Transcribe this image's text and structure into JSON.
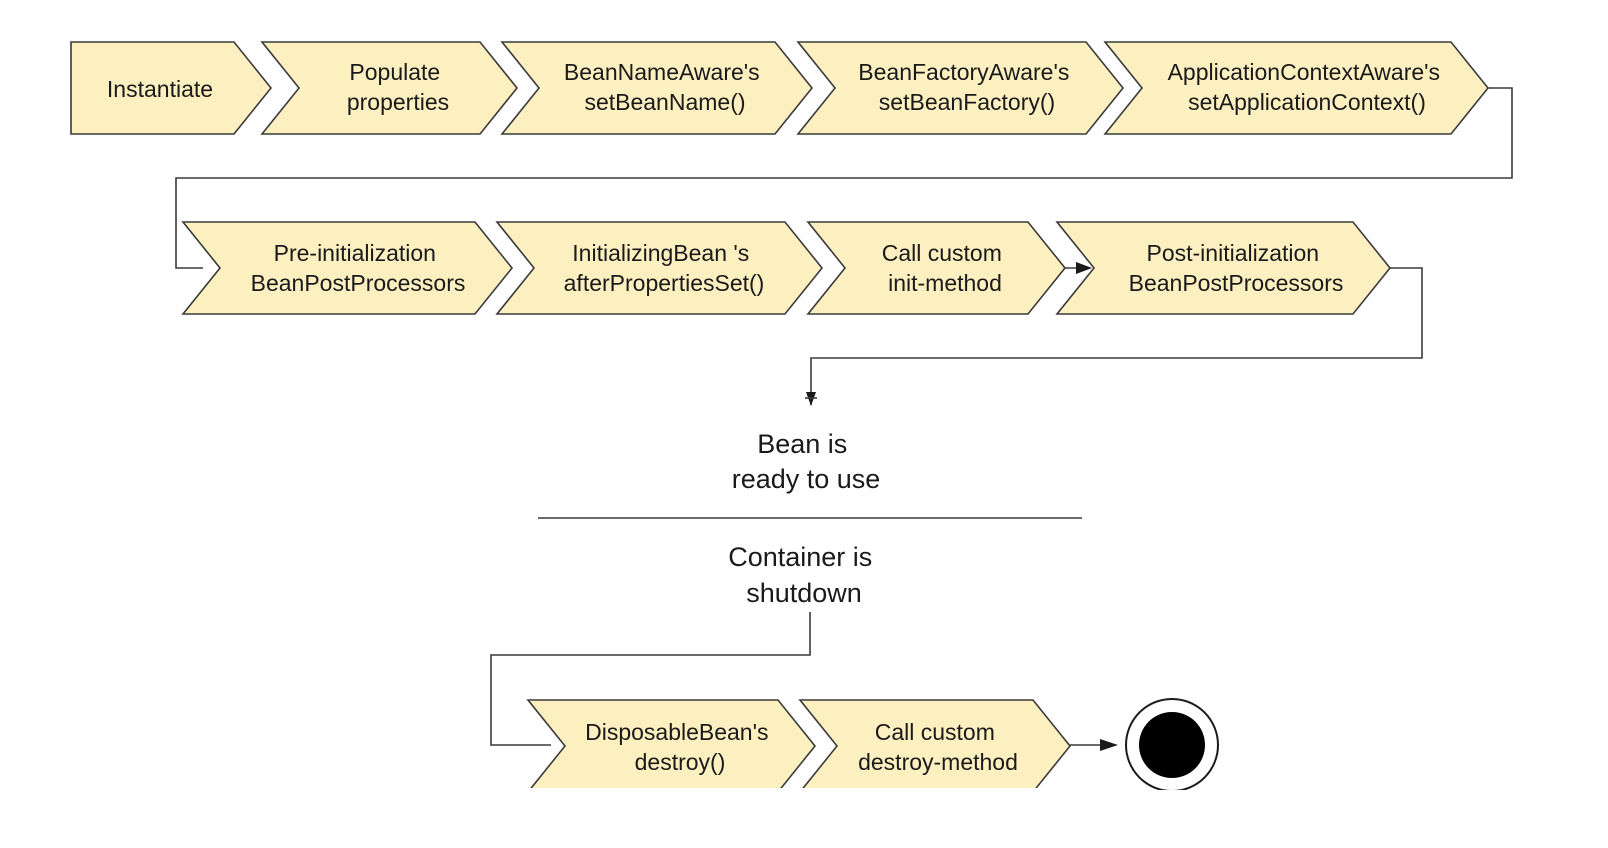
{
  "diagram": {
    "lifecycle_steps": [
      {
        "id": "instantiate",
        "lines": [
          "Instantiate"
        ]
      },
      {
        "id": "populate-properties",
        "lines": [
          "Populate",
          "properties"
        ]
      },
      {
        "id": "bean-name-aware",
        "lines": [
          "BeanNameAware's",
          "setBeanName()"
        ]
      },
      {
        "id": "bean-factory-aware",
        "lines": [
          "BeanFactoryAware's",
          "setBeanFactory()"
        ]
      },
      {
        "id": "application-context-aware",
        "lines": [
          "ApplicationContextAware's",
          "setApplicationContext()"
        ]
      },
      {
        "id": "pre-initialization",
        "lines": [
          "Pre-initialization",
          "BeanPostProcessors"
        ]
      },
      {
        "id": "initializing-bean",
        "lines": [
          "InitializingBean  's",
          "afterPropertiesSet()"
        ]
      },
      {
        "id": "custom-init",
        "lines": [
          "Call custom",
          "init-method"
        ]
      },
      {
        "id": "post-initialization",
        "lines": [
          "Post-initialization",
          "BeanPostProcessors"
        ]
      }
    ],
    "ready_state": [
      "Bean is",
      "ready to use"
    ],
    "shutdown_state": [
      "Container is",
      "shutdown"
    ],
    "destruction_steps": [
      {
        "id": "disposable-bean",
        "lines": [
          "DisposableBean's",
          "destroy()"
        ]
      },
      {
        "id": "custom-destroy",
        "lines": [
          "Call custom",
          "destroy-method"
        ]
      }
    ],
    "colors": {
      "chevron_fill": "#fcefc0",
      "stroke": "#3a3a3a",
      "text": "#1a1a1a",
      "end_node": "#000000"
    }
  }
}
